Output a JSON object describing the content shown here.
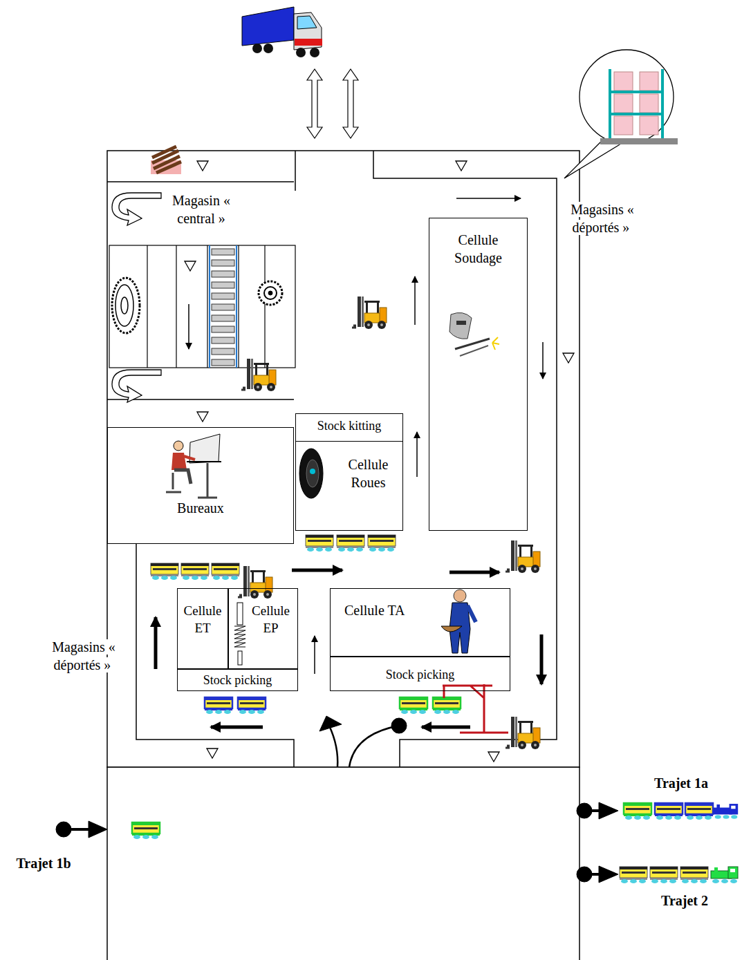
{
  "diagram": {
    "nodes": [
      {
        "text": [
          "Magasin « central »"
        ]
      },
      {
        "text": [
          "Cellule Soudage"
        ]
      },
      {
        "text": [
          "Cellule Roues"
        ]
      },
      {
        "text": [
          "Stock kitting"
        ],
        "in": 2
      },
      {
        "text": [
          "Bureaux"
        ]
      },
      {
        "text": [
          "Cellule ET"
        ]
      },
      {
        "text": [
          "Cellule EP"
        ]
      },
      {
        "text": [
          "Cellule TA"
        ]
      },
      {
        "text": [
          "Stock picking"
        ]
      },
      {
        "text": [
          "Stock picking"
        ]
      }
    ],
    "labels": [
      "Magasins « déportés »",
      "Magasins « déportés »",
      "Trajet 1a",
      "Trajet 1b",
      "Trajet 2"
    ]
  }
}
